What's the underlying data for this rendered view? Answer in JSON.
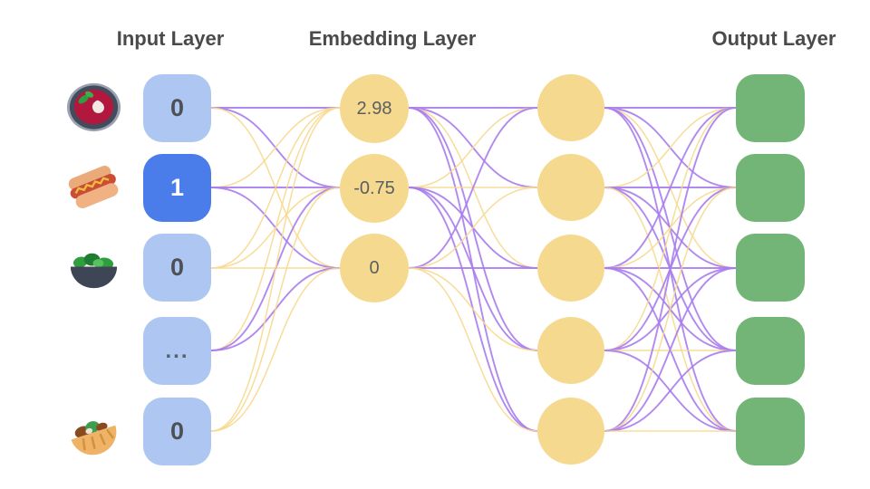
{
  "diagram": {
    "input": {
      "title": "Input Layer",
      "nodes": [
        {
          "value": "0",
          "icon": "soup-bowl-icon",
          "active": false
        },
        {
          "value": "1",
          "icon": "hot-dog-icon",
          "active": true
        },
        {
          "value": "0",
          "icon": "salad-icon",
          "active": false
        },
        {
          "value": "...",
          "icon": null,
          "active": false
        },
        {
          "value": "0",
          "icon": "pita-icon",
          "active": false
        }
      ]
    },
    "embedding": {
      "title": "Embedding Layer",
      "nodes": [
        {
          "value": "2.98"
        },
        {
          "value": "-0.75"
        },
        {
          "value": "0"
        }
      ]
    },
    "hidden": {
      "node_count": 5
    },
    "output": {
      "title": "Output Layer",
      "node_count": 5
    },
    "node_colors": {
      "input_inactive": "#aec7f2",
      "input_active": "#4a7de9",
      "embedding": "#f5d98f",
      "output": "#72b577"
    },
    "edge_colors": {
      "purple": "#a87ced",
      "yellow": "#f7d88e"
    },
    "edges": {
      "input_to_embedding": [
        [
          "P",
          "P",
          "Y"
        ],
        [
          "Y",
          "P",
          "P"
        ],
        [
          "Y",
          "Y",
          "Y"
        ],
        [
          "Y",
          "P",
          "P"
        ],
        [
          "Y",
          "Y",
          "Y"
        ]
      ],
      "embedding_to_hidden": [
        [
          "P",
          "P",
          "Y",
          "P",
          "P"
        ],
        [
          "Y",
          "Y",
          "P",
          "P",
          "P"
        ],
        [
          "P",
          "Y",
          "P",
          "Y",
          "Y"
        ]
      ],
      "hidden_to_output": [
        [
          "P",
          "P",
          "Y",
          "P",
          "P"
        ],
        [
          "Y",
          "P",
          "P",
          "P",
          "Y"
        ],
        [
          "P",
          "Y",
          "P",
          "P",
          "P"
        ],
        [
          "Y",
          "P",
          "P",
          "Y",
          "P"
        ],
        [
          "P",
          "Y",
          "P",
          "P",
          "Y"
        ]
      ]
    }
  }
}
